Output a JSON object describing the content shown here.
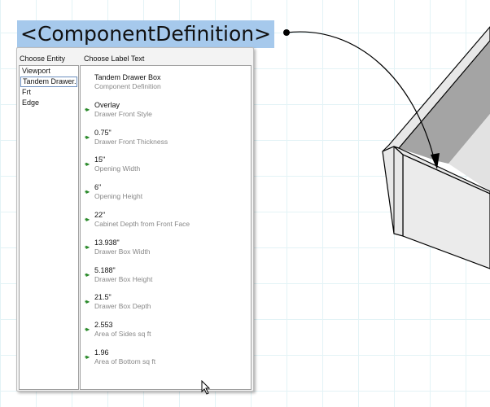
{
  "label_tag": "<ComponentDefinition>",
  "panel": {
    "entity_header": "Choose Entity",
    "label_header": "Choose Label Text",
    "entities": [
      {
        "label": "Viewport",
        "selected": false
      },
      {
        "label": "Tandem Drawer...",
        "selected": true
      },
      {
        "label": "Frt",
        "selected": false
      },
      {
        "label": "Edge",
        "selected": false
      }
    ],
    "labels": [
      {
        "value": "Tandem Drawer Box",
        "desc": "Component Definition",
        "arrow": false
      },
      {
        "value": "Overlay",
        "desc": "Drawer Front Style",
        "arrow": true
      },
      {
        "value": "0.75\"",
        "desc": "Drawer Front Thickness",
        "arrow": true
      },
      {
        "value": "15\"",
        "desc": "Opening Width",
        "arrow": true
      },
      {
        "value": "6\"",
        "desc": "Opening Height",
        "arrow": true
      },
      {
        "value": "22\"",
        "desc": "Cabinet Depth from Front Face",
        "arrow": true
      },
      {
        "value": "13.938\"",
        "desc": "Drawer Box Width",
        "arrow": true
      },
      {
        "value": "5.188\"",
        "desc": "Drawer Box Height",
        "arrow": true
      },
      {
        "value": "21.5\"",
        "desc": "Drawer Box Depth",
        "arrow": true
      },
      {
        "value": "2.553",
        "desc": "Area of Sides sq ft",
        "arrow": true
      },
      {
        "value": "1.96",
        "desc": "Area of Bottom sq ft",
        "arrow": true
      }
    ]
  },
  "colors": {
    "tag_bg": "#a6c9ec",
    "arrow_green": "#2a8a2a"
  }
}
